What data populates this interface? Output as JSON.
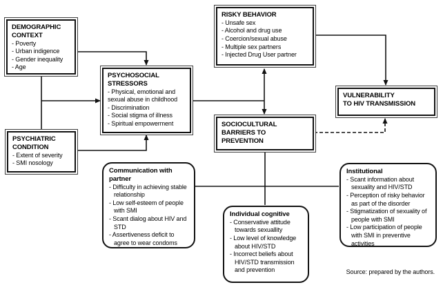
{
  "colors": {
    "line": "#111111",
    "background": "#ffffff",
    "text": "#000000"
  },
  "boxes": {
    "demographic": {
      "title": "DEMOGRAPHIC\nCONTEXT",
      "items": [
        "- Poverty",
        "- Urban indigence",
        "- Gender inequality",
        "- Age"
      ]
    },
    "psychiatric": {
      "title": "PSYCHIATRIC\nCONDITION",
      "items": [
        "- Extent of severity",
        "- SMI nosology"
      ]
    },
    "psychosocial": {
      "title": "PSYCHOSOCIAL\nSTRESSORS",
      "items": [
        "- Physical, emotional and sexual abuse in childhood",
        "- Discrimination",
        "- Social stigma of illness",
        "- Spiritual empowerment"
      ]
    },
    "risky": {
      "title": "RISKY BEHAVIOR",
      "items": [
        "- Unsafe sex",
        "- Alcohol and drug use",
        "- Coercion/sexual abuse",
        "- Multiple sex partners",
        "- Injected Drug User partner"
      ]
    },
    "sociocultural": {
      "title": "SOCIOCULTURAL\nBARRIERS TO\nPREVENTION",
      "items": []
    },
    "vulnerability": {
      "title": "VULNERABILITY\nTO HIV TRANSMISSION",
      "items": []
    },
    "communication": {
      "title": "Communication with\npartner",
      "items": [
        "- Difficulty in achieving stable relationship",
        "- Low self-esteem of people with SMI",
        "- Scant dialog about HIV and STD",
        "- Assertiveness deficit to agree to wear condoms"
      ]
    },
    "individual": {
      "title": "Individual cognitive",
      "items": [
        "- Conservative attitude towards sexuallity",
        "- Low level of knowledge about HIV/STD",
        "- Incorrect beliefs about HIV/STD transmission and prevention"
      ]
    },
    "institutional": {
      "title": "Institutional",
      "items": [
        "- Scant information about sexuality and HIV/STD",
        "- Perception of risky behavior as part of the disorder",
        "- Stigmatization of sexuality of people with SMI",
        "- Low participation of people with SMI in preventive activities"
      ]
    }
  },
  "connectors": [
    {
      "from": "demographic-context",
      "to": "psychosocial-stressors",
      "type": "arrow"
    },
    {
      "from": "demographic-context",
      "to": "psychiatric-condition",
      "type": "line"
    },
    {
      "from": "demographic-context",
      "to": "psychosocial-stressors-left",
      "type": "arrow"
    },
    {
      "from": "psychiatric-condition",
      "to": "psychosocial-stressors",
      "type": "arrow"
    },
    {
      "from": "psychosocial-stressors",
      "to": "risky-behavior",
      "type": "arrow"
    },
    {
      "from": "psychosocial-stressors",
      "to": "sociocultural-barriers",
      "type": "arrow"
    },
    {
      "from": "risky-behavior",
      "to": "vulnerability-to-hiv-transmission",
      "type": "arrow"
    },
    {
      "from": "sociocultural-barriers",
      "to": "vulnerability-to-hiv-transmission",
      "type": "dashed-arrow"
    },
    {
      "from": "communication-with-partner",
      "to": "sociocultural-barriers",
      "type": "line"
    },
    {
      "from": "individual-cognitive",
      "to": "sociocultural-barriers",
      "type": "line"
    },
    {
      "from": "institutional",
      "to": "sociocultural-barriers",
      "type": "line"
    }
  ],
  "source_note": "Source: prepared by the authors."
}
